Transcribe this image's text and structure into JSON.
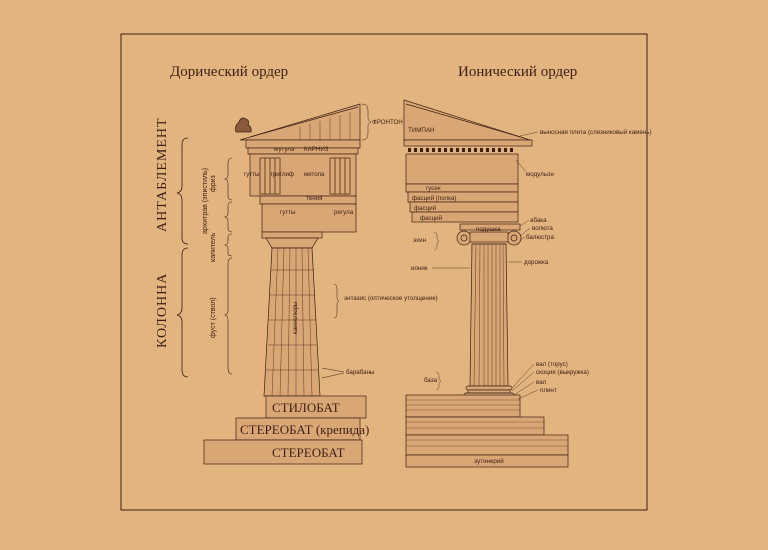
{
  "colors": {
    "background": "#e2b47f",
    "ink": "#3d1f12",
    "fill": "#d9a775",
    "dark": "#8a5a3c"
  },
  "doric": {
    "title": "Дорический ордер",
    "sections": {
      "entablature": "АНТАБЛЕМЕНТ",
      "column": "КОЛОННА"
    },
    "vertical_labels": {
      "frieze": "фриз",
      "architrave": "архитрав (эпистиль)",
      "capital": "капитель",
      "shaft": "фуст (ствол)",
      "flutes": "каннелюры"
    },
    "labels": {
      "pediment": "ФРОНТОН",
      "mutule": "мутула",
      "cornice": "КАРНИЗ",
      "guttae_top": "гутты",
      "triglyph": "триглиф",
      "metope": "метопа",
      "taenia": "тения",
      "guttae_bottom": "гутты",
      "regula": "регула",
      "entasis": "энтазис (оптическое утолщение)",
      "drums": "барабаны"
    },
    "blocks": {
      "stylobate": "СТИЛОБАТ",
      "stereobate_krepida": "СТЕРЕОБАТ (крепида)",
      "stereobate": "СТЕРЕОБАТ"
    }
  },
  "ionic": {
    "title": "Ионический ордер",
    "labels": {
      "tympanum": "ТИМПАН",
      "corona": "выносная плита (слезниковый камень)",
      "modillion": "модульон",
      "cymatium": "гусек",
      "fascia_shelf": "фасций (полка)",
      "fascia_1": "фасций",
      "fascia_2": "фасций",
      "abacus": "абака",
      "volute": "волюта",
      "pulvinus": "подушка",
      "balustrade": "балюстра",
      "echinus": "эхин",
      "ionic_kyma": "ионик",
      "track": "дорожка",
      "torus": "вал (торус)",
      "scotia": "скоция (выкружка)",
      "torus_2": "вал",
      "plinth": "плинт",
      "base": "база",
      "euthynteria": "эутинерий"
    }
  }
}
